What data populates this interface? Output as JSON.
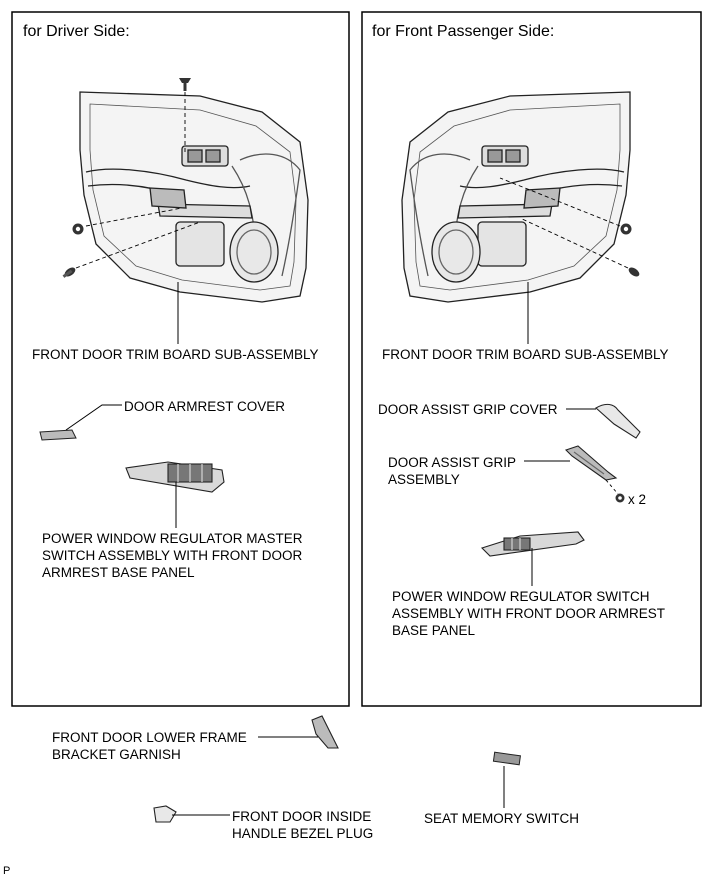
{
  "panels": {
    "driver": {
      "title": "for Driver Side:"
    },
    "passenger": {
      "title": "for Front Passenger Side:"
    }
  },
  "driver_labels": {
    "trim_board": "FRONT DOOR TRIM BOARD SUB-ASSEMBLY",
    "armrest_cover": "DOOR ARMREST COVER",
    "master_switch": [
      "POWER WINDOW REGULATOR MASTER",
      "SWITCH ASSEMBLY WITH FRONT DOOR",
      "ARMREST BASE PANEL"
    ]
  },
  "passenger_labels": {
    "trim_board": "FRONT DOOR TRIM BOARD SUB-ASSEMBLY",
    "grip_cover": "DOOR ASSIST GRIP COVER",
    "assist_grip": [
      "DOOR ASSIST GRIP",
      "ASSEMBLY"
    ],
    "screw_qty": "x 2",
    "switch": [
      "POWER WINDOW REGULATOR SWITCH",
      "ASSEMBLY WITH FRONT DOOR ARMREST",
      "BASE PANEL"
    ]
  },
  "bottom_labels": {
    "lower_frame_garnish": [
      "FRONT DOOR LOWER FRAME",
      "BRACKET GARNISH"
    ],
    "bezel_plug": [
      "FRONT DOOR INSIDE",
      "HANDLE BEZEL PLUG"
    ],
    "seat_memory_switch": "SEAT MEMORY SWITCH"
  },
  "footer_code": "P"
}
